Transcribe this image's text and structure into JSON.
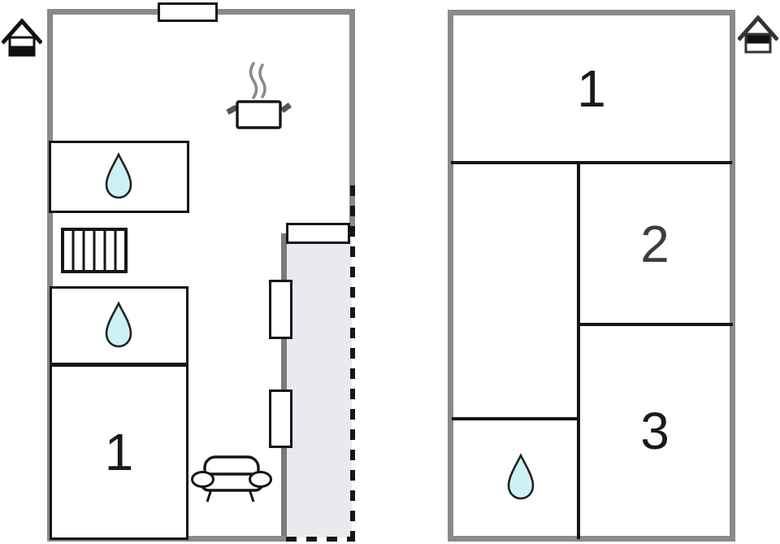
{
  "plans": {
    "left": {
      "name": "left-floor-plan",
      "room1_label": "1",
      "icons": {
        "entrance": "house-entrance-icon",
        "stove": "steaming-pot-icon",
        "stairs": "stairs-icon",
        "sofa": "sofa-icon",
        "water_upper_room": "water-drop-icon",
        "water_lower_room": "water-drop-icon",
        "windows": [
          "window",
          "window"
        ],
        "doors": [
          "door",
          "door"
        ],
        "terrace_outline": "dashed-boundary"
      }
    },
    "right": {
      "name": "right-floor-plan",
      "room1_label": "1",
      "room2_label": "2",
      "room3_label": "3",
      "icons": {
        "entrance": "house-entrance-icon",
        "water_room": "water-drop-icon"
      }
    }
  },
  "colors": {
    "outer_wall": "#8a8a8a",
    "corridor_wall": "#7a7a7a",
    "inner_wall": "#161616",
    "terrace_fill": "#e9e9ee",
    "water_drop_fill": "#cdf2f6",
    "water_drop_stroke": "#222222",
    "room_label": "#1a1a1a",
    "room2_label": "#3d3d3d",
    "steam": "#8a8a8a",
    "handle": "#555555"
  }
}
